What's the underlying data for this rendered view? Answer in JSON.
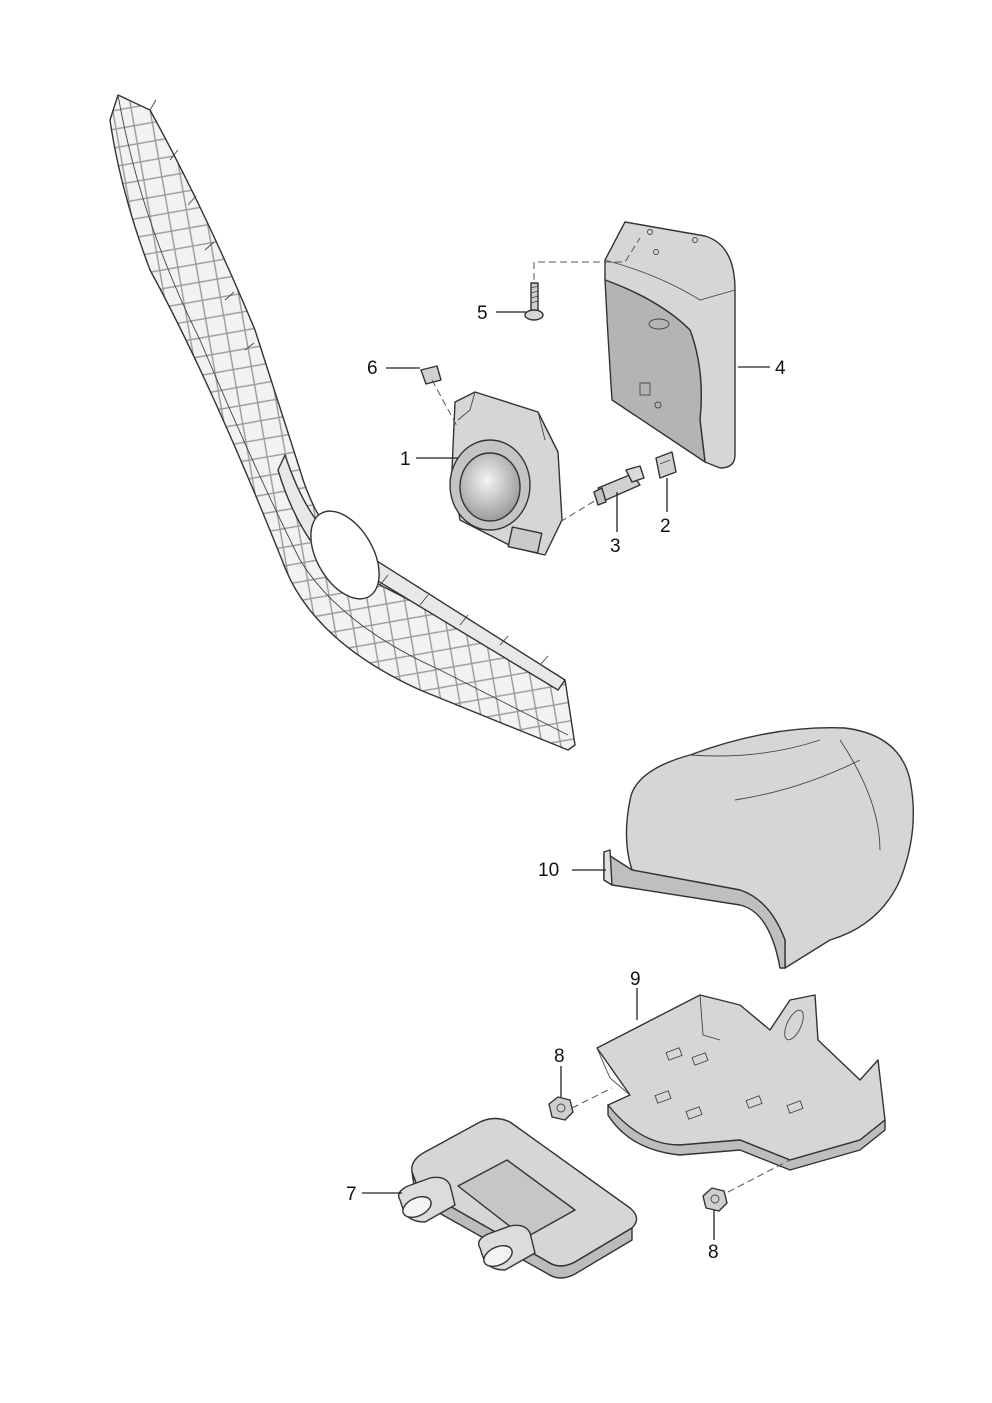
{
  "callouts": {
    "c1": "1",
    "c2": "2",
    "c3": "3",
    "c4": "4",
    "c5": "5",
    "c6": "6",
    "c7": "7",
    "c8a": "8",
    "c8b": "8",
    "c9": "9",
    "c10": "10"
  },
  "colors": {
    "part_fill": "#d6d6d6",
    "part_dark": "#b4b4b4",
    "grille_fill": "#efefef",
    "line": "#333333"
  }
}
